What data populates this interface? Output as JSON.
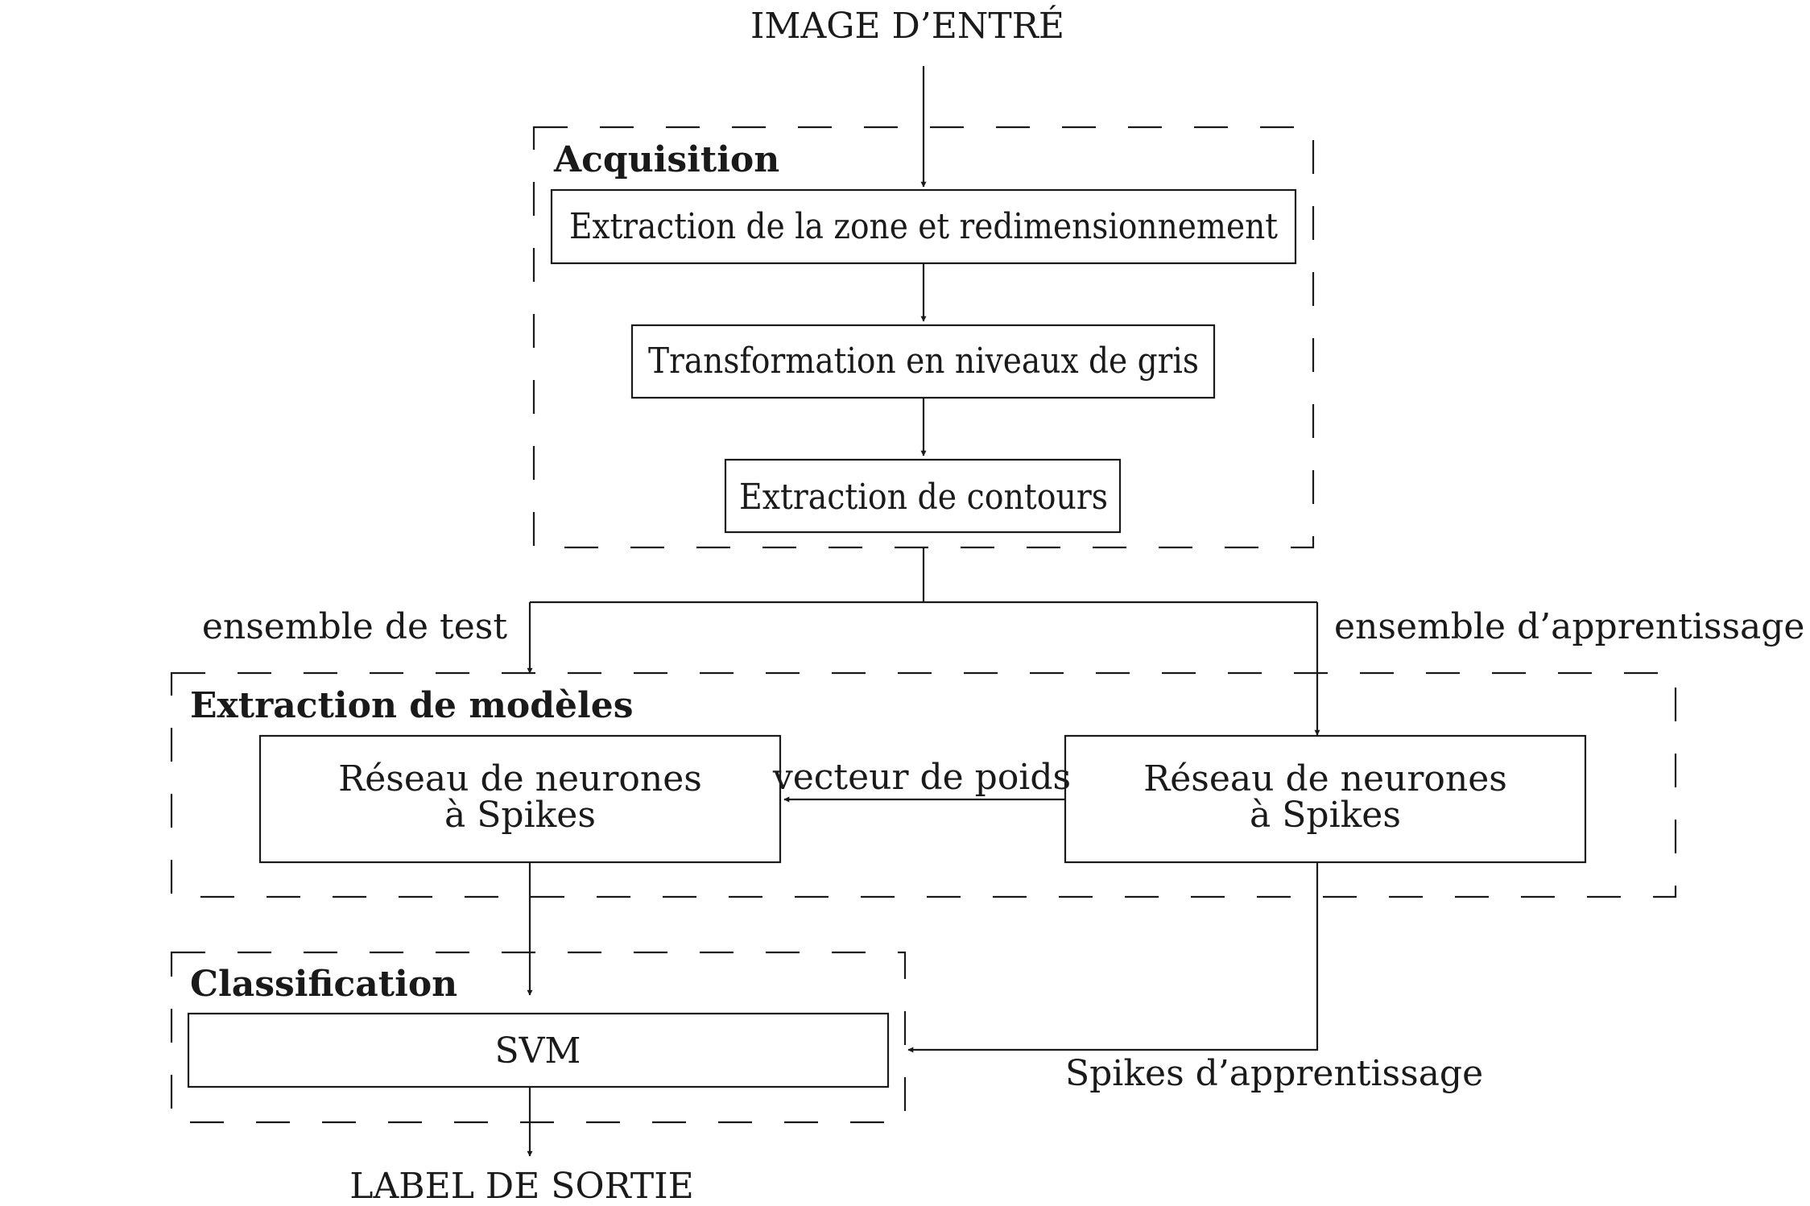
{
  "input_label": "IMAGE D’ENTRÉ",
  "output_label": "LABEL DE SORTIE",
  "acquisition": {
    "title": "Acquisition",
    "step1": "Extraction de la zone et redimensionnement",
    "step2": "Transformation en niveaux de gris",
    "step3": "Extraction de contours"
  },
  "branches": {
    "test": "ensemble de test",
    "train": "ensemble d’apprentissage"
  },
  "extraction": {
    "title": "Extraction de modèles",
    "left_line1": "Réseau de neurones",
    "left_line2": "à Spikes",
    "right_line1": "Réseau de neurones",
    "right_line2": "à Spikes",
    "weights": "vecteur de poids"
  },
  "classification": {
    "title": "Classification",
    "svm": "SVM",
    "train_spikes": "Spikes d’apprentissage"
  }
}
